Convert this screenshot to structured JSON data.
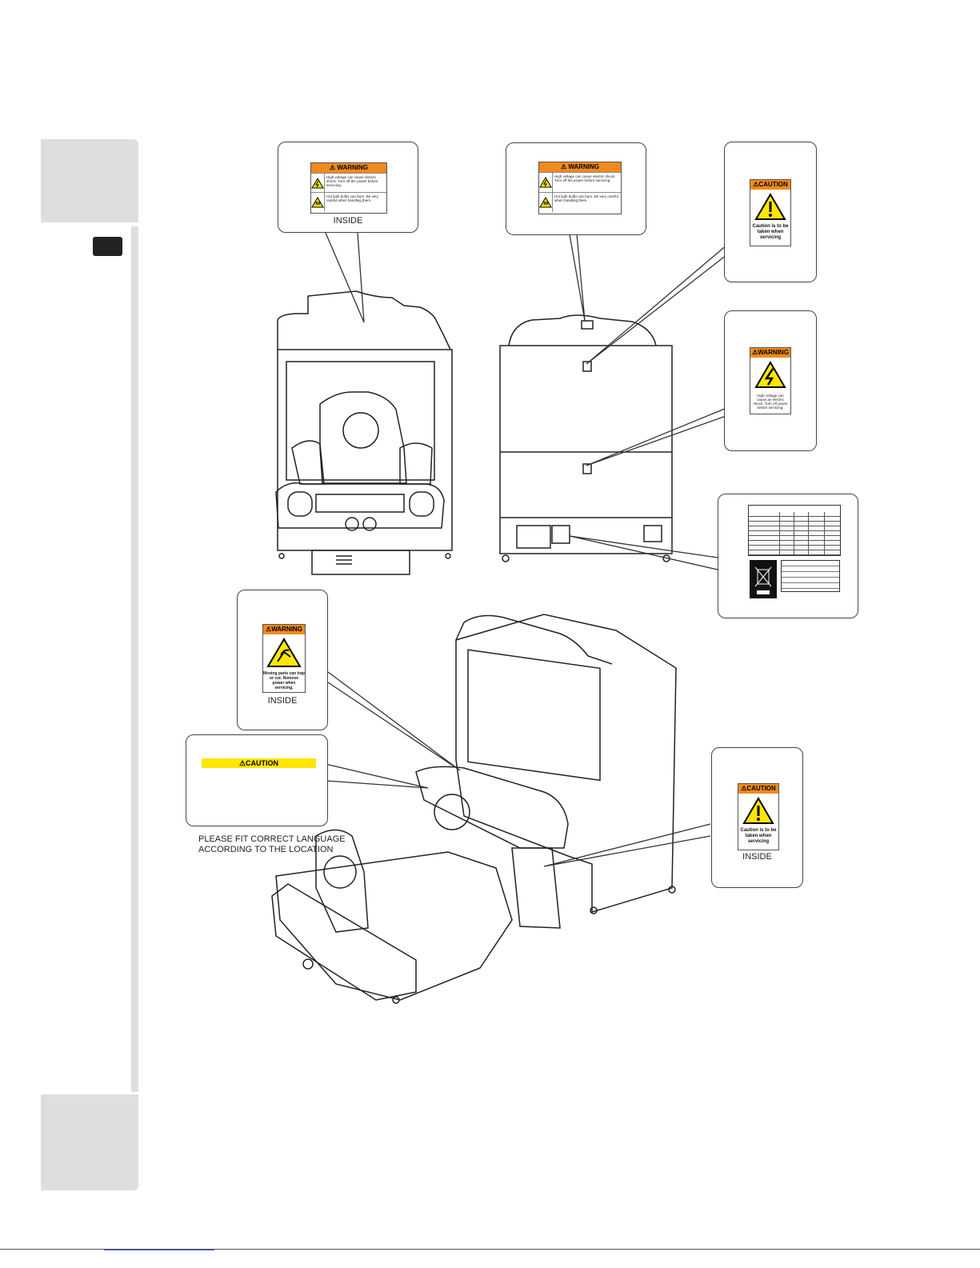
{
  "labels": {
    "warning_title": "WARNING",
    "caution_title": "CAUTION",
    "warning_shock_text": "High voltage can cause electric shock. Turn off the power before servicing.",
    "warning_bulb_text": "Hot light bulbs can burn. Be very careful when handling them.",
    "caution_service_text": "Caution is to be taken when servicing",
    "warning_shock_short_text": "High voltage can cause an electric shock. Turn off power before servicing.",
    "warning_moving_text": "Moving parts can trap or cut. Remove power when servicing."
  },
  "captions": {
    "inside_1": "INSIDE",
    "inside_2": "INSIDE",
    "inside_3": "INSIDE",
    "fit_language_line1": "PLEASE FIT CORRECT LANGUAGE",
    "fit_language_line2": "ACCORDING TO THE LOCATION"
  },
  "colors": {
    "warning_header": "#f08a1c",
    "caution_header": "#ffe600",
    "sidebar_gray": "#dedede"
  }
}
